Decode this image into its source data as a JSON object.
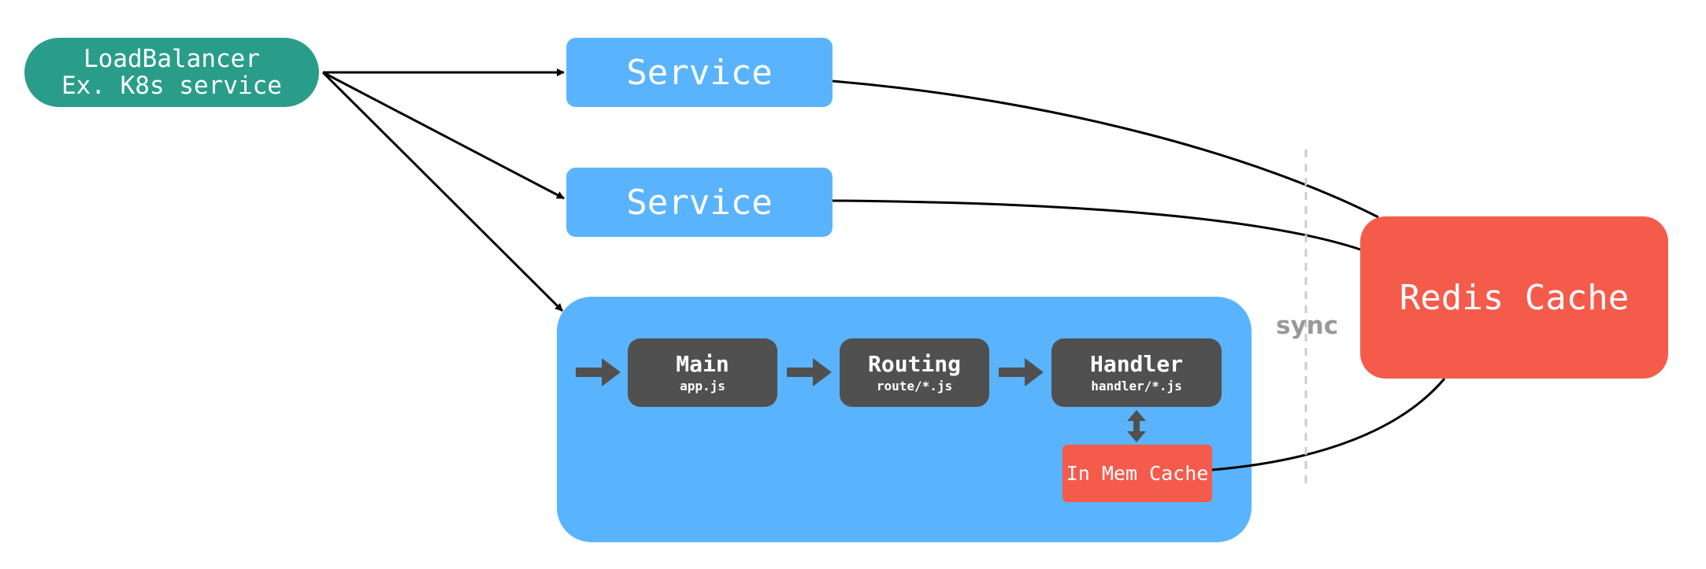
{
  "load_balancer": {
    "line1": "LoadBalancer",
    "line2": "Ex. K8s service"
  },
  "services": [
    "Service",
    "Service"
  ],
  "pipeline": [
    {
      "title": "Main",
      "file": "app.js"
    },
    {
      "title": "Routing",
      "file": "route/*.js"
    },
    {
      "title": "Handler",
      "file": "handler/*.js"
    }
  ],
  "in_mem_cache": "In Mem Cache",
  "redis": "Redis Cache",
  "sync_label": "sync",
  "colors": {
    "load_balancer": "#2a9d8a",
    "service": "#5ab4fd",
    "pipeline_step": "#505050",
    "cache": "#f55b4b",
    "sync_line": "#cccccc"
  }
}
